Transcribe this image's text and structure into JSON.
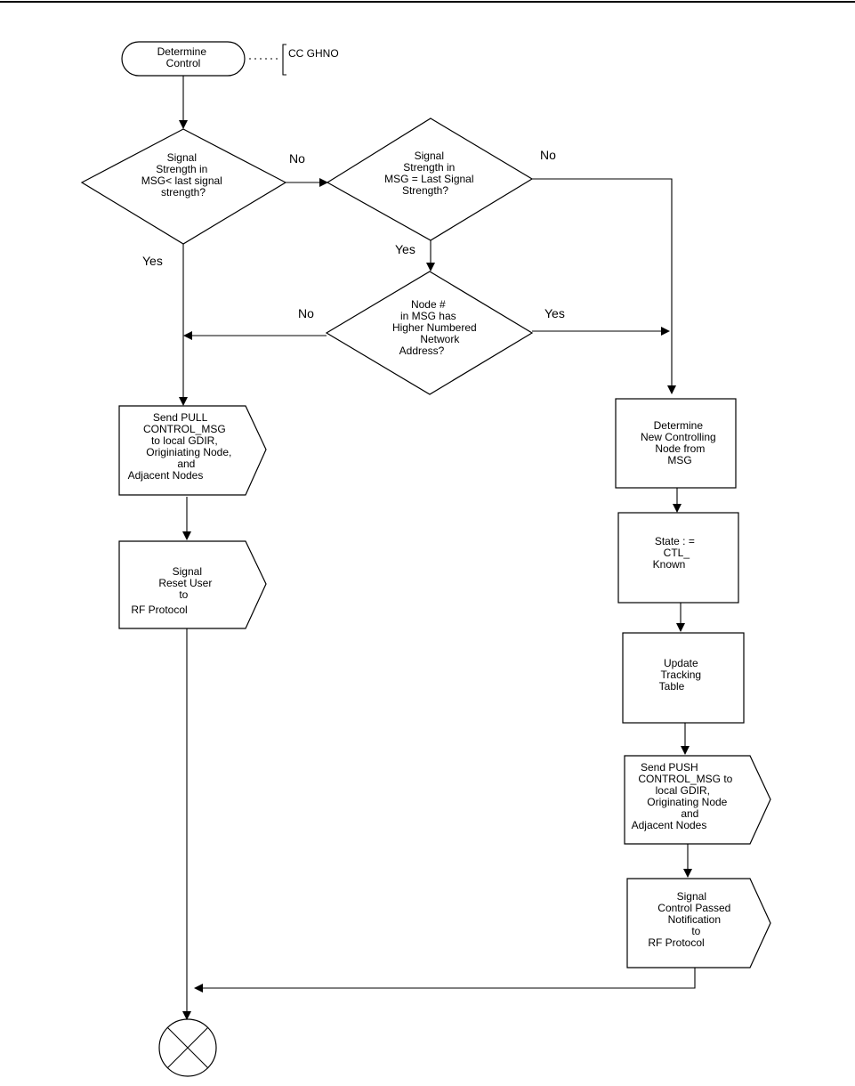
{
  "annotation": "CC GHNO",
  "nodes": {
    "start": [
      "Determine",
      "Control"
    ],
    "dec_less": [
      "Signal",
      "Strength in",
      "MSG< last signal",
      "strength?"
    ],
    "dec_equal": [
      "Signal",
      "Strength in",
      "MSG = Last Signal",
      "Strength?"
    ],
    "dec_node": [
      "Node #",
      "in MSG has",
      "Higher Numbered",
      "Network",
      "Address?"
    ],
    "pull": [
      "Send PULL",
      "CONTROL_MSG",
      "to local GDIR,",
      "Originiating Node,",
      "and",
      "Adjacent Nodes"
    ],
    "reset": [
      "Signal",
      "Reset User",
      "to",
      "RF Protocol"
    ],
    "determine_new": [
      "Determine",
      "New Controlling",
      "Node from",
      "MSG"
    ],
    "state": [
      "State : =",
      "CTL_",
      "Known"
    ],
    "update": [
      "Update",
      "Tracking",
      "Table"
    ],
    "push": [
      "Send PUSH",
      "CONTROL_MSG to",
      "local GDIR,",
      "Originating Node",
      "and",
      "Adjacent Nodes"
    ],
    "notify": [
      "Signal",
      "Control Passed",
      "Notification",
      "to",
      "RF Protocol"
    ]
  },
  "edge_labels": {
    "less_no": "No",
    "less_yes": "Yes",
    "equal_no": "No",
    "equal_yes": "Yes",
    "node_no": "No",
    "node_yes": "Yes"
  }
}
